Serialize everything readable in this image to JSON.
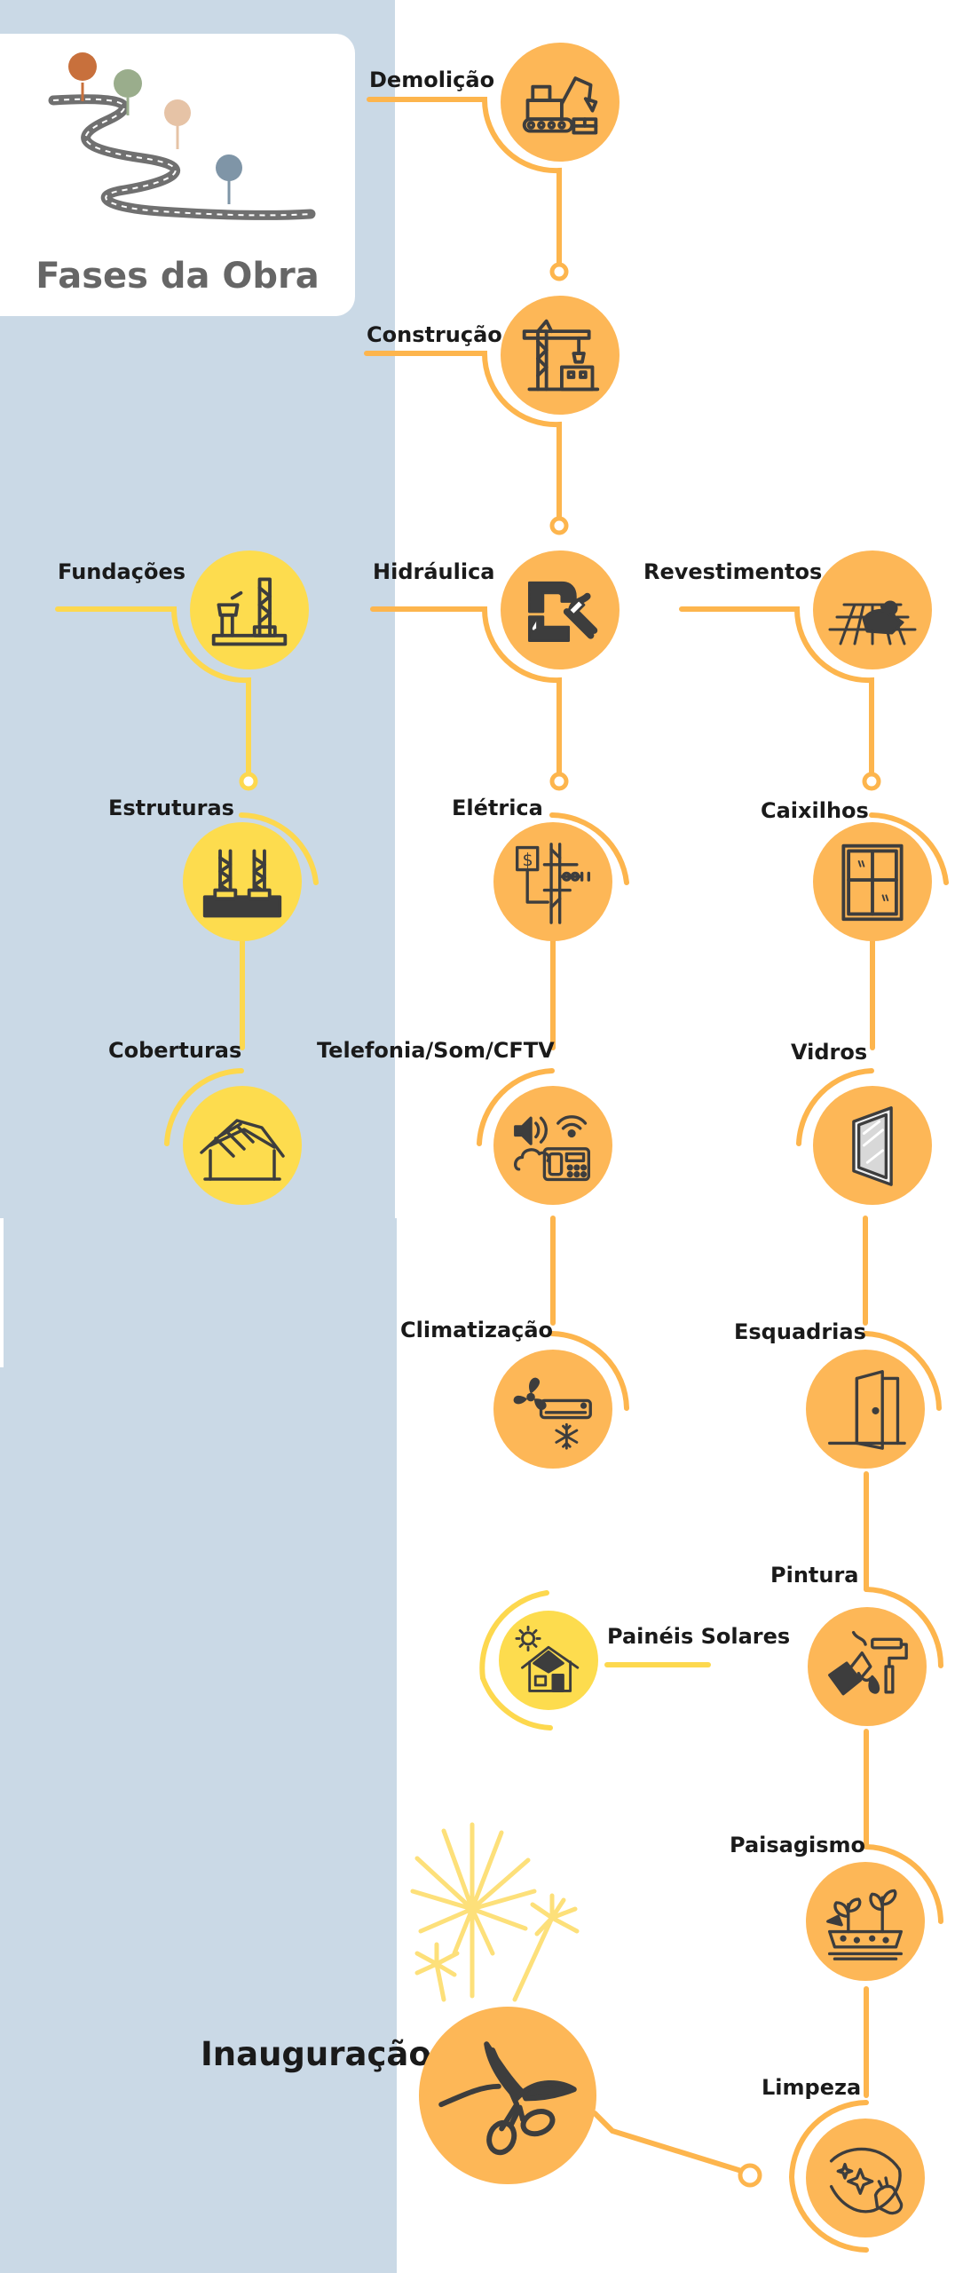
{
  "title": "Fases da Obra",
  "colors": {
    "orange": "#fdb757",
    "yellow": "#fddc4e",
    "line_orange": "#fdb54d",
    "line_yellow": "#fdd84e",
    "background_band": "#cad9e6",
    "icon": "#3d3d3d",
    "pin_orange": "#c8703c",
    "pin_green": "#9aad8c",
    "pin_beige": "#e6c3a6",
    "pin_blue": "#7f95a7",
    "road": "#707070"
  },
  "phases": {
    "demolicao": {
      "label": "Demolição",
      "icon": "excavator-icon"
    },
    "construcao": {
      "label": "Construção",
      "icon": "crane-icon"
    },
    "fundacoes": {
      "label": "Fundações",
      "icon": "foundation-icon"
    },
    "hidraulica": {
      "label": "Hidráulica",
      "icon": "pipe-wrench-icon"
    },
    "revestimentos": {
      "label": "Revestimentos",
      "icon": "tiling-icon"
    },
    "estruturas": {
      "label": "Estruturas",
      "icon": "structure-icon"
    },
    "eletrica": {
      "label": "Elétrica",
      "icon": "electric-pole-icon"
    },
    "caixilhos": {
      "label": "Caixilhos",
      "icon": "window-frame-icon"
    },
    "coberturas": {
      "label": "Coberturas",
      "icon": "roof-icon"
    },
    "telefonia": {
      "label": "Telefonia/Som/CFTV",
      "icon": "telephone-icon"
    },
    "vidros": {
      "label": "Vidros",
      "icon": "glass-pane-icon"
    },
    "climatizacao": {
      "label": "Climatização",
      "icon": "air-conditioner-icon"
    },
    "esquadrias": {
      "label": "Esquadrias",
      "icon": "door-icon"
    },
    "pintura": {
      "label": "Pintura",
      "icon": "paint-icon"
    },
    "paineis": {
      "label": "Painéis Solares",
      "icon": "solar-house-icon"
    },
    "paisagismo": {
      "label": "Paisagismo",
      "icon": "plants-icon"
    },
    "limpeza": {
      "label": "Limpeza",
      "icon": "cleaning-icon"
    },
    "inauguracao": {
      "label": "Inauguração",
      "icon": "scissors-icon"
    }
  }
}
